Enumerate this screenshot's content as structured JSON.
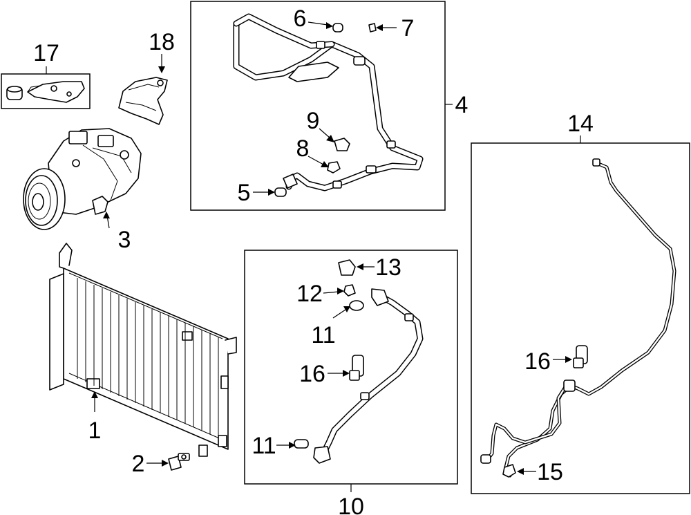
{
  "callouts": {
    "c1": "1",
    "c2": "2",
    "c3": "3",
    "c4": "4",
    "c5": "5",
    "c6": "6",
    "c7": "7",
    "c8": "8",
    "c9": "9",
    "c10": "10",
    "c11a": "11",
    "c11b": "11",
    "c12": "12",
    "c13": "13",
    "c14": "14",
    "c15": "15",
    "c16a": "16",
    "c16b": "16",
    "c17": "17",
    "c18": "18"
  }
}
